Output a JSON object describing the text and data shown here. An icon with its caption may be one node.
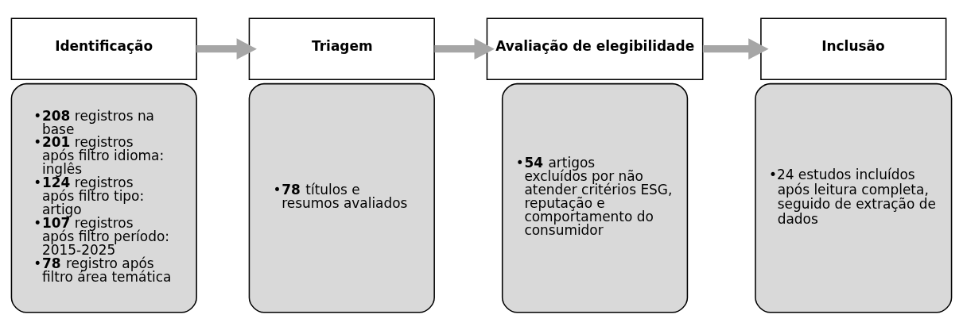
{
  "diagram": {
    "nodes": [
      {
        "text": [
          "Identificação"
        ]
      },
      {
        "text": [
          "•**208** registros na base",
          "•**201** registros após filtro idioma: inglês",
          "•**124** registros após filtro tipo: artigo",
          "•**107** registros após filtro período: 2015-2025",
          "•**78** registro após filtro área temática"
        ]
      },
      {
        "text": [
          "Triagem"
        ]
      },
      {
        "text": [
          "•**78** títulos e resumos avaliados"
        ]
      },
      {
        "text": [
          "Avaliação de elegibilidade"
        ]
      },
      {
        "text": [
          "•**54** artigos excluídos por não atender critérios ESG, reputação e comportamento do consumidor"
        ]
      },
      {
        "text": [
          "Inclusão"
        ]
      },
      {
        "text": [
          "•24 estudos incluídos após leitura completa, seguido de extração de dados"
        ]
      }
    ],
    "edges": [
      {
        "from": 0,
        "to": 2,
        "arrow": "to",
        "color": "#a6a6a6"
      },
      {
        "from": 2,
        "to": 4,
        "arrow": "to",
        "color": "#a6a6a6"
      },
      {
        "from": 4,
        "to": 6,
        "arrow": "to",
        "color": "#a6a6a6"
      }
    ]
  }
}
